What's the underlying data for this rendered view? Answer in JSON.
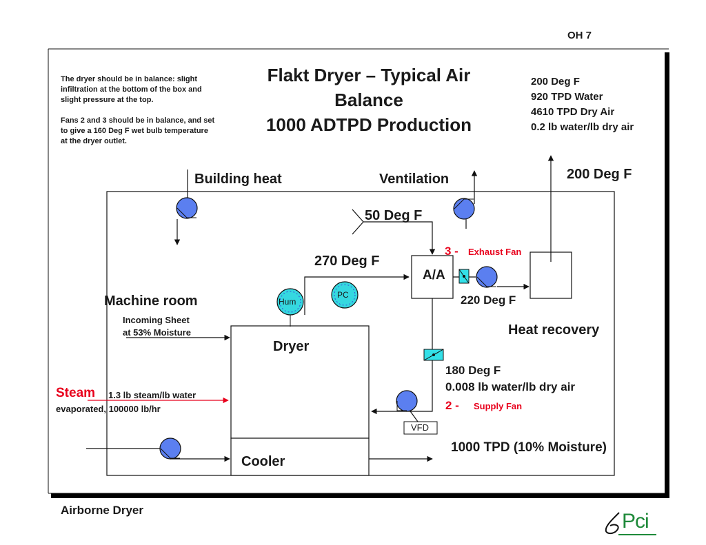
{
  "page_label": "OH 7",
  "title_lines": [
    "Flakt Dryer – Typical Air",
    "Balance",
    "1000 ADTPD Production"
  ],
  "note_paragraphs": [
    "The dryer should be in balance: slight infiltration at the bottom of the box and slight pressure at the top.",
    "Fans 2 and 3 should be in balance, and set to give a 160 Deg F wet bulb temperature at the dryer outlet."
  ],
  "exhaust_stats": [
    "200 Deg F",
    "920 TPD Water",
    "4610 TPD Dry Air",
    "0.2 lb water/lb dry air"
  ],
  "labels": {
    "building_heat": "Building heat",
    "ventilation": "Ventilation",
    "exhaust_temp": "200 Deg F",
    "fresh_air_temp": "50 Deg F",
    "fan3_number": "3 -",
    "fan3_name": "Exhaust Fan",
    "supply_air_temp": "270 Deg F",
    "air_handler": "A/A",
    "after_fan_temp": "220 Deg F",
    "machine_room": "Machine room",
    "incoming_sheet": [
      "Incoming Sheet",
      "at 53% Moisture"
    ],
    "heat_recovery": "Heat recovery",
    "dryer": "Dryer",
    "return_stats": [
      "180 Deg F",
      "0.008 lb water/lb dry air"
    ],
    "fan2_number": "2  -",
    "fan2_name": "Supply Fan",
    "steam": "Steam",
    "steam_detail": "1.3 lb steam/lb water",
    "steam_detail2": "evaporated, 100000 lb/hr",
    "vfd": "VFD",
    "product": "1000 TPD (10% Moisture)",
    "cooler": "Cooler",
    "hum": "Hum",
    "pc": "PC"
  },
  "footer": {
    "left": "Airborne Dryer",
    "logo_letters": "Pci"
  },
  "colors": {
    "fan_blue": "#5b7ff0",
    "instrument_cyan": "#35d8e0",
    "damper_cyan": "#33e0e8",
    "accent_red": "#e8001c",
    "logo_green": "#1f8a3a"
  }
}
